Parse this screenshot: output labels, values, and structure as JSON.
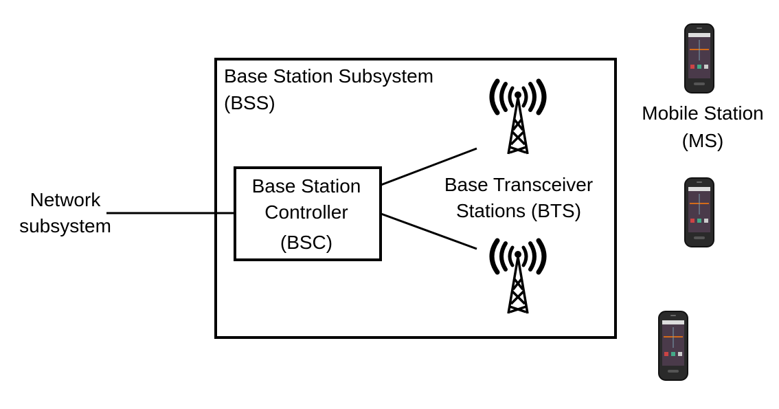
{
  "labels": {
    "bss_line1": "Base Station Subsystem",
    "bss_line2": "(BSS)",
    "bsc_line1": "Base Station",
    "bsc_line2": "Controller",
    "bsc_line3": "(BSC)",
    "bts_line1": "Base Transceiver",
    "bts_line2": "Stations (BTS)",
    "net_line1": "Network",
    "net_line2": "subsystem",
    "ms_line1": "Mobile Station",
    "ms_line2": "(MS)"
  },
  "icons": {
    "tower": "radio-tower-icon",
    "phone": "smartphone-icon"
  }
}
